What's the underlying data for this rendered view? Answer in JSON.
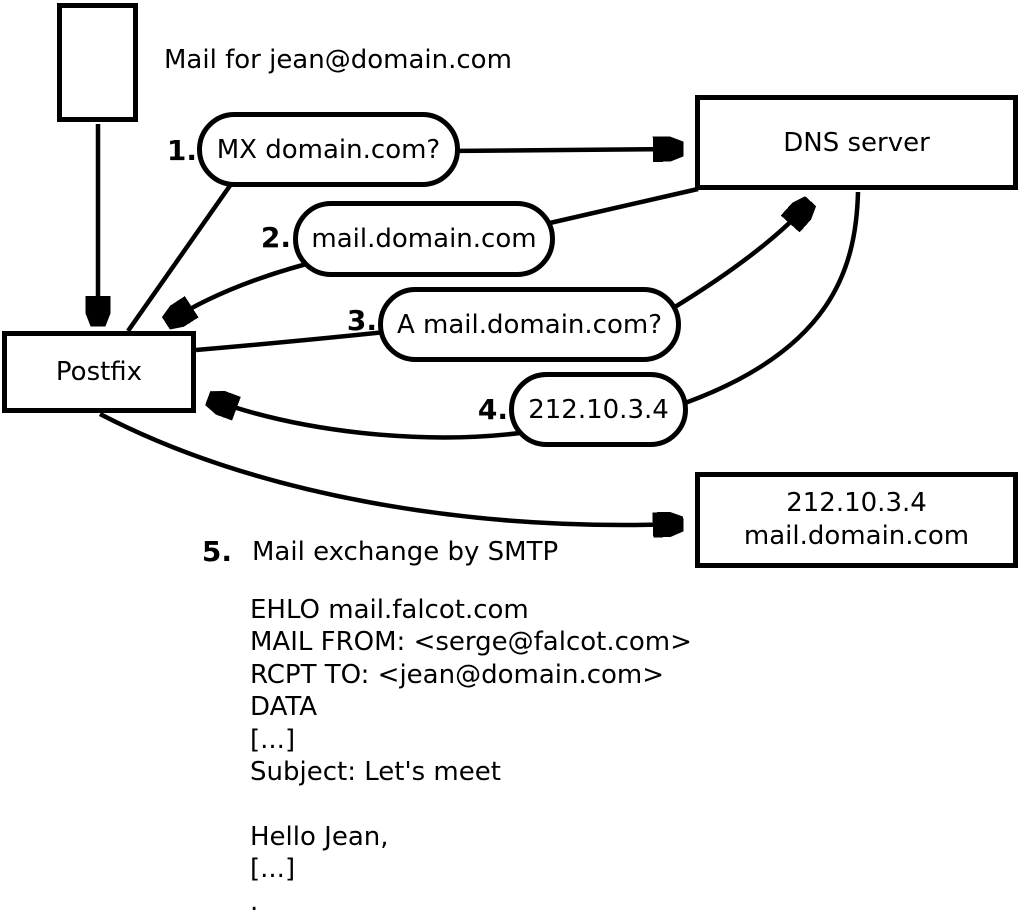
{
  "nodes": {
    "sender_label": "Mail for jean@domain.com",
    "postfix": "Postfix",
    "dns_server": "DNS server",
    "mail_server_line1": "212.10.3.4",
    "mail_server_line2": "mail.domain.com"
  },
  "steps": [
    {
      "number": "1.",
      "label": "MX domain.com?"
    },
    {
      "number": "2.",
      "label": "mail.domain.com"
    },
    {
      "number": "3.",
      "label": "A mail.domain.com?"
    },
    {
      "number": "4.",
      "label": "212.10.3.4"
    },
    {
      "number": "5.",
      "label": "Mail exchange by SMTP"
    }
  ],
  "smtp_session": {
    "lines": [
      "EHLO mail.falcot.com",
      "MAIL FROM: <serge@falcot.com>",
      "RCPT TO: <jean@domain.com>",
      "DATA",
      "[...]",
      "Subject: Let's meet",
      "",
      "Hello Jean,",
      "[...]",
      "."
    ]
  },
  "colors": {
    "line": "#000000",
    "background": "#ffffff"
  }
}
